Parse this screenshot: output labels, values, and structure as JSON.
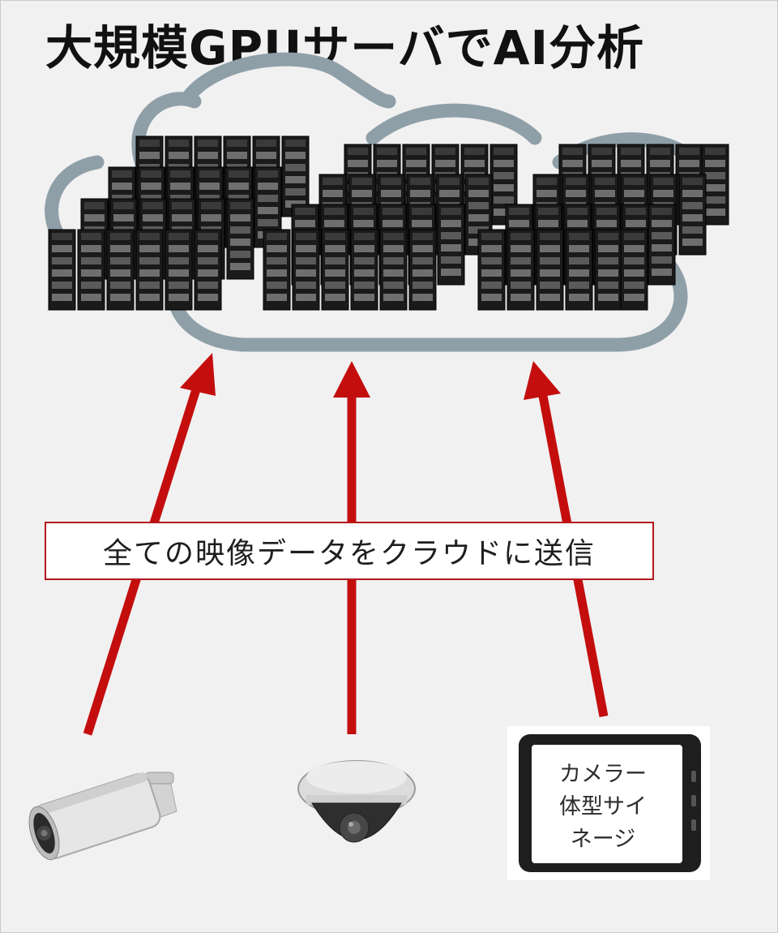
{
  "title": "大規模GPUサーバでAI分析",
  "caption": "全ての映像データをクラウドに送信",
  "devices": {
    "bullet_camera": "bullet-camera",
    "dome_camera": "dome-camera",
    "signage": {
      "lines": [
        "カメラー",
        "体型サイ",
        "ネージ"
      ]
    }
  },
  "colors": {
    "arrow": "#c40e0e",
    "cloud": "#8f9fa8",
    "server": "#1b1b1b",
    "caption_border": "#b5171d"
  }
}
